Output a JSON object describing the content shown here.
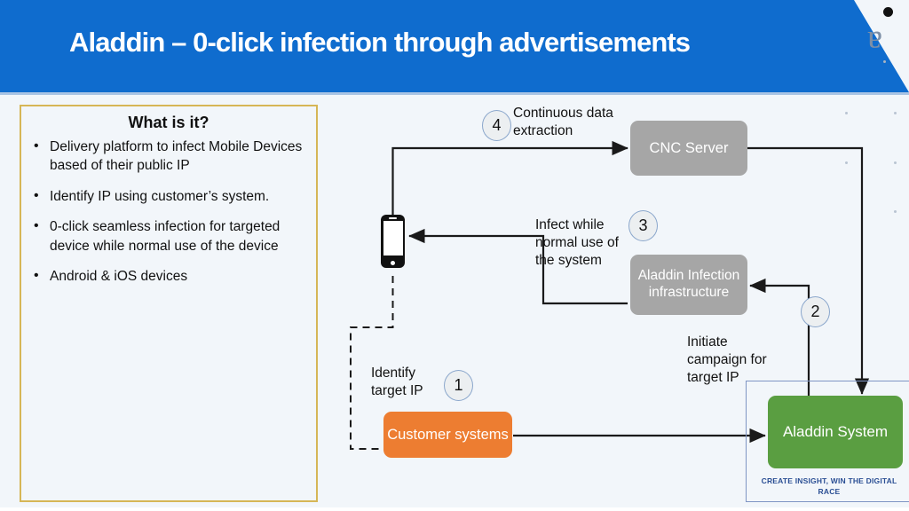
{
  "header": {
    "title": "Aladdin – 0-click infection through advertisements",
    "brand_glyph": "a",
    "band_color": "#0f6cce"
  },
  "left_panel": {
    "heading": "What is it?",
    "border_color": "#d6b656",
    "bullets": [
      "Delivery platform to infect Mobile Devices based of their public IP",
      "Identify IP using customer’s system.",
      "0-click seamless infection for targeted device while normal use of the device",
      "Android & iOS devices"
    ]
  },
  "diagram": {
    "nodes": {
      "cnc": {
        "label": "CNC Server",
        "color": "#a6a6a6"
      },
      "infra": {
        "label": "Aladdin Infection infrastructure",
        "color": "#a6a6a6"
      },
      "customer": {
        "label": "Customer systems",
        "color": "#ed7d31"
      },
      "aladdin": {
        "label": "Aladdin System",
        "color": "#5a9e41"
      },
      "phone": {
        "label": "mobile-device"
      }
    },
    "steps": [
      {
        "number": "1",
        "label": "Identify target IP"
      },
      {
        "number": "2",
        "label": "Initiate campaign for target IP"
      },
      {
        "number": "3",
        "label": "Infect while normal use of the system"
      },
      {
        "number": "4",
        "label": "Continuous data extraction"
      }
    ],
    "tagline": "CREATE INSIGHT, WIN THE DIGITAL RACE",
    "tagline_color": "#2b4f94"
  }
}
